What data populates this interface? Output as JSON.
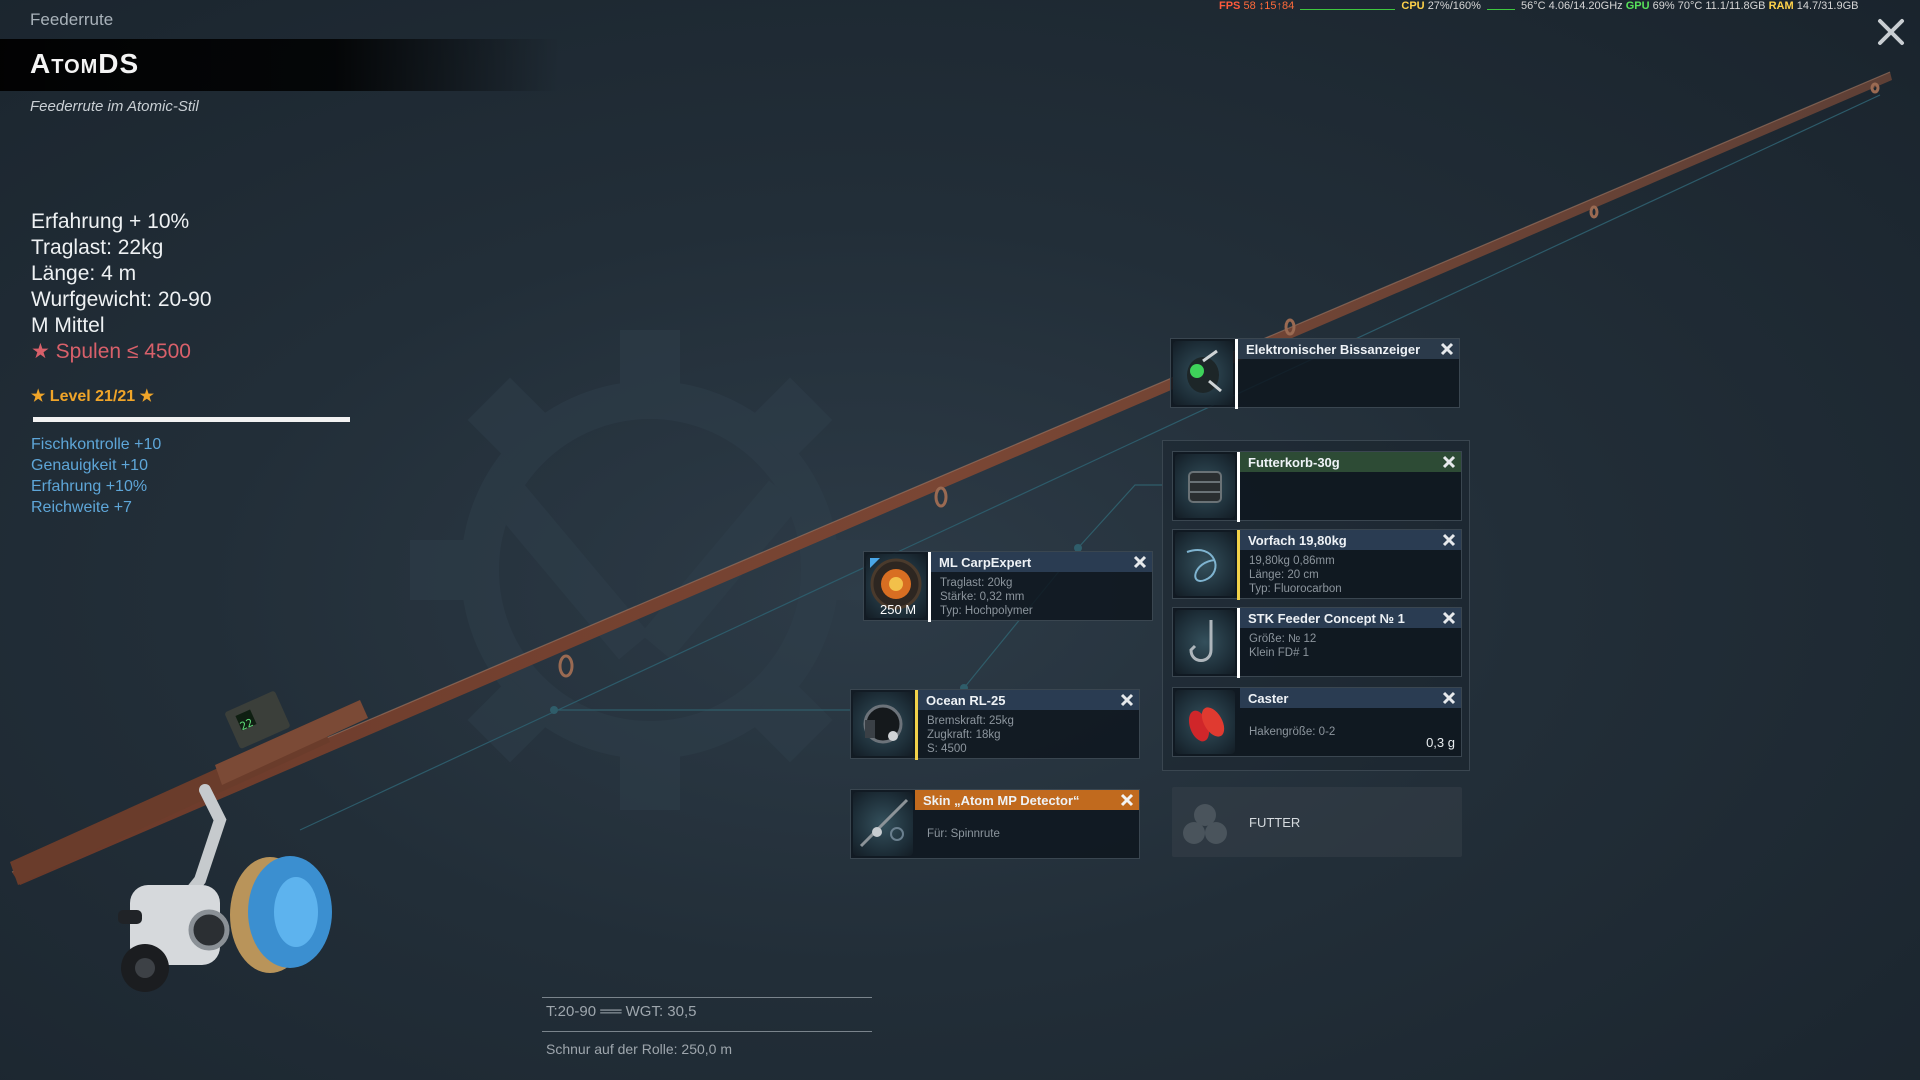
{
  "header": {
    "category": "Feederrute",
    "title": "AtomDS",
    "subtitle": "Feederrute im Atomic-Stil"
  },
  "stats": {
    "experience": "Erfahrung +  10%",
    "load": "Traglast:   22kg",
    "length": "Länge:    4 m",
    "cast_weight": "Wurfgewicht: 20-90",
    "action": "M Mittel",
    "reel_limit": "★ Spulen ≤ 4500"
  },
  "level": {
    "label": "★ Level 21/21 ★",
    "progress": 1.0
  },
  "bonuses": [
    "Fischkontrolle +10",
    "Genauigkeit +10",
    "Erfahrung +10%",
    "Reichweite +7"
  ],
  "perf": {
    "fps_label": "FPS",
    "fps": "58",
    "frametime": "↕15↑84",
    "cpu_label": "CPU",
    "cpu": "27%/160%",
    "cpu_temp": "56°C",
    "clock": "4.06/14.20GHz",
    "gpu_label": "GPU",
    "gpu": "69%",
    "gpu_temp": "70°C",
    "vram": "11.1/11.8GB",
    "ram_label": "RAM",
    "ram": "14.7/31.9GB"
  },
  "slots": {
    "bite_indicator": {
      "name": "Elektronischer Bissanzeiger"
    },
    "feeder": {
      "name": "Futterkorb-30g"
    },
    "leader": {
      "name": "Vorfach  19,80kg",
      "line1": "19,80kg   0,86mm",
      "line2": "Länge:  20 cm",
      "line3": "Typ: Fluorocarbon"
    },
    "hook": {
      "name": "STK Feeder Concept № 1",
      "line1": "Größe: № 12",
      "line2": "Klein FD# 1"
    },
    "bait": {
      "name": "Caster",
      "line1": "Hakengröße: 0-2",
      "weight": "0,3 g"
    },
    "line": {
      "name": "ML CarpExpert",
      "line1": "Traglast:  20kg",
      "line2": "Stärke:   0,32 mm",
      "line3": "Typ: Hochpolymer",
      "qty": "250 M"
    },
    "reel": {
      "name": "Ocean RL-25",
      "line1": "Bremskraft:   25kg",
      "line2": "Zugkraft:   18kg",
      "line3": "S: 4500"
    },
    "skin": {
      "name": "Skin „Atom MP Detector“",
      "line1": "Für: Spinnrute"
    },
    "groundbait": {
      "label": "FUTTER"
    }
  },
  "bottom": {
    "throw_info": "T:20-90   ══ WGT: 30,5",
    "line_on_reel": "Schnur auf der Rolle: 250,0 m"
  },
  "colors": {
    "accent_blue_header": "#2a3c52",
    "accent_green_header": "#2d4b35",
    "accent_orange_header": "#c16a1e",
    "level_gold": "#f0a529",
    "bonus_blue": "#5ea6d8",
    "rare_red": "#d8606a"
  }
}
